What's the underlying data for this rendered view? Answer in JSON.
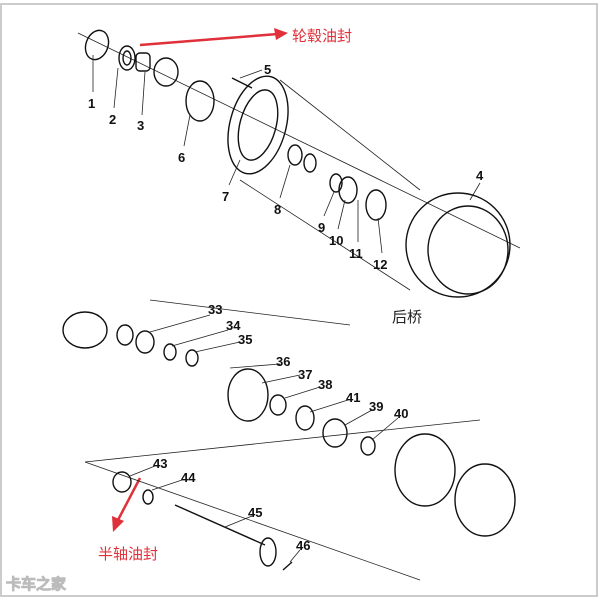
{
  "annotations": {
    "hub_oil_seal": "轮毂油封",
    "rear_axle": "后桥",
    "half_shaft_oil_seal": "半轴油封",
    "watermark": "卡车之家"
  },
  "colors": {
    "annotation_red": "#e0303a",
    "line": "#111111"
  },
  "part_numbers": [
    "1",
    "2",
    "3",
    "4",
    "5",
    "6",
    "7",
    "8",
    "9",
    "10",
    "11",
    "12",
    "33",
    "34",
    "35",
    "36",
    "37",
    "38",
    "41",
    "39",
    "40",
    "43",
    "44",
    "45",
    "46"
  ]
}
